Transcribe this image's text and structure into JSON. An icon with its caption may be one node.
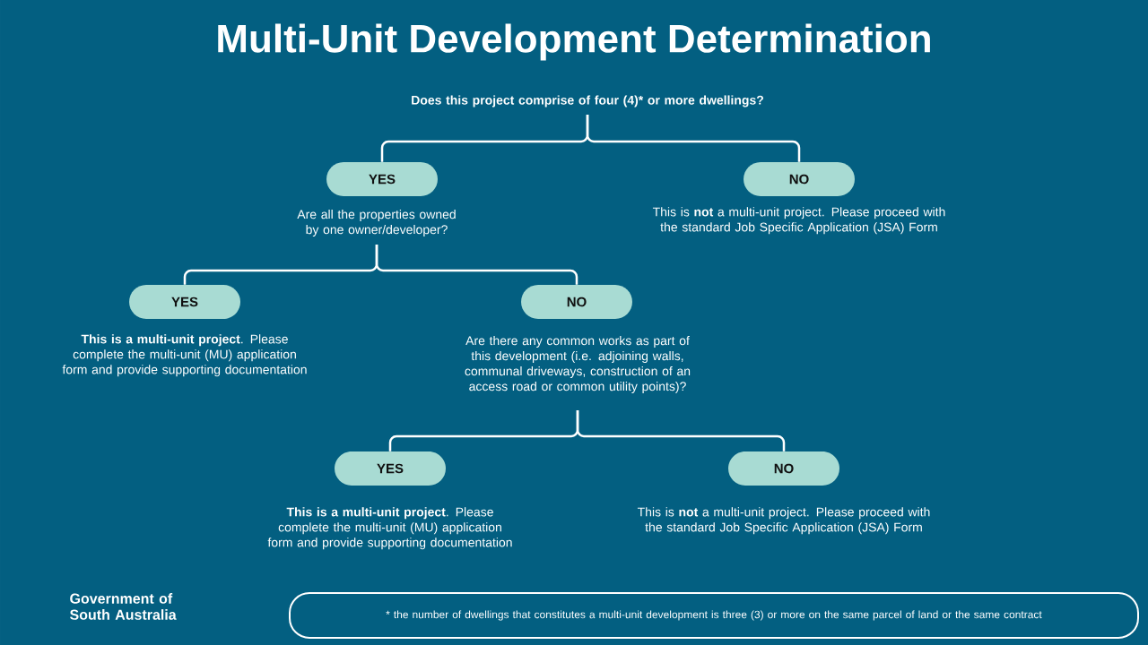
{
  "diagram": {
    "title": "Multi-Unit Development Determination",
    "nodes": [
      {
        "text": [
          "Does this project comprise of four (4)* or more dwellings?"
        ]
      },
      {
        "text": [
          "YES"
        ]
      },
      {
        "text": [
          "NO"
        ],
        "beside": [
          "This is **not** a multi-unit project. Please proceed with the standard Job Specific Application (JSA) Form"
        ]
      },
      {
        "text": [
          "Are all the properties owned by one owner/developer?"
        ]
      },
      {
        "text": [
          "YES"
        ],
        "beside": [
          "**This is a multi-unit project**. Please complete the multi-unit (MU) application form and provide supporting documentation"
        ]
      },
      {
        "text": [
          "NO"
        ]
      },
      {
        "text": [
          "Are there any common works as part of this development (i.e. adjoining walls, communal driveways, construction of an access road or common utility points)?"
        ]
      },
      {
        "text": [
          "YES"
        ],
        "beside": [
          "**This is a multi-unit project**. Please complete the multi-unit (MU) application form and provide supporting documentation"
        ]
      },
      {
        "text": [
          "NO"
        ],
        "beside": [
          "This is **not** a multi-unit project. Please proceed with the standard Job Specific Application (JSA) Form"
        ]
      },
      {
        "text": [
          "* the number of dwellings that constitutes a multi-unit development is three (3) or more on the same parcel of land or the same contract"
        ]
      }
    ],
    "edges": [
      {
        "from": 0,
        "to": 1,
        "arrow": "none"
      },
      {
        "from": 0,
        "to": 2,
        "arrow": "none"
      },
      {
        "from": 3,
        "to": 4,
        "arrow": "none"
      },
      {
        "from": 3,
        "to": 5,
        "arrow": "none"
      },
      {
        "from": 6,
        "to": 7,
        "arrow": "none"
      },
      {
        "from": 6,
        "to": 8,
        "arrow": "none"
      }
    ],
    "labels": [
      "Government of South Australia"
    ]
  }
}
